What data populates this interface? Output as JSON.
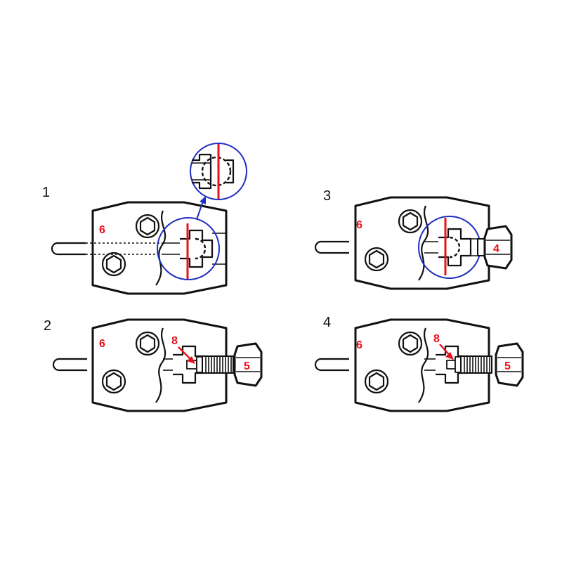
{
  "steps": [
    {
      "number": "1",
      "labels": {
        "body": "6"
      }
    },
    {
      "number": "2",
      "labels": {
        "body": "6",
        "pin": "8",
        "nut": "5"
      }
    },
    {
      "number": "3",
      "labels": {
        "body": "6",
        "nut": "4"
      }
    },
    {
      "number": "4",
      "labels": {
        "body": "6",
        "pin": "8",
        "nut": "5"
      }
    }
  ],
  "colors": {
    "callout": "#e8101a",
    "zoom_circle": "#1f2fbf",
    "line": "#111111"
  }
}
